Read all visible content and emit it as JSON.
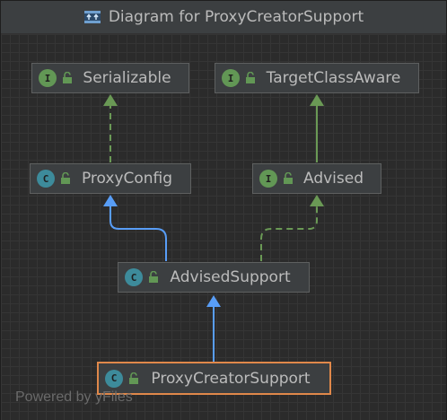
{
  "window": {
    "title": "Diagram for ProxyCreatorSupport"
  },
  "nodes": {
    "serializable": {
      "kind": "I",
      "kind_type": "interface",
      "label": "Serializable"
    },
    "target_class_aware": {
      "kind": "I",
      "kind_type": "interface",
      "label": "TargetClassAware"
    },
    "proxy_config": {
      "kind": "C",
      "kind_type": "class",
      "label": "ProxyConfig"
    },
    "advised": {
      "kind": "I",
      "kind_type": "interface",
      "label": "Advised"
    },
    "advised_support": {
      "kind": "C",
      "kind_type": "class",
      "label": "AdvisedSupport"
    },
    "proxy_creator_support": {
      "kind": "C",
      "kind_type": "class",
      "label": "ProxyCreatorSupport",
      "selected": true
    }
  },
  "edges": [
    {
      "from": "proxy_config",
      "to": "serializable",
      "style": "dashed",
      "color": "#6a9955"
    },
    {
      "from": "advised",
      "to": "target_class_aware",
      "style": "solid",
      "color": "#6a9955"
    },
    {
      "from": "advised_support",
      "to": "proxy_config",
      "style": "solid",
      "color": "#589df6"
    },
    {
      "from": "advised_support",
      "to": "advised",
      "style": "dashed",
      "color": "#6a9955"
    },
    {
      "from": "proxy_creator_support",
      "to": "advised_support",
      "style": "solid",
      "color": "#589df6"
    }
  ],
  "watermark": "Powered by yFiles",
  "colors": {
    "background": "#2b2b2b",
    "node_fill": "#3c3f41",
    "node_border": "#5e6060",
    "selected_border": "#e0884a",
    "implements_edge": "#6a9955",
    "extends_edge": "#589df6",
    "interface_badge": "#629755",
    "class_badge": "#3d8b9b"
  }
}
